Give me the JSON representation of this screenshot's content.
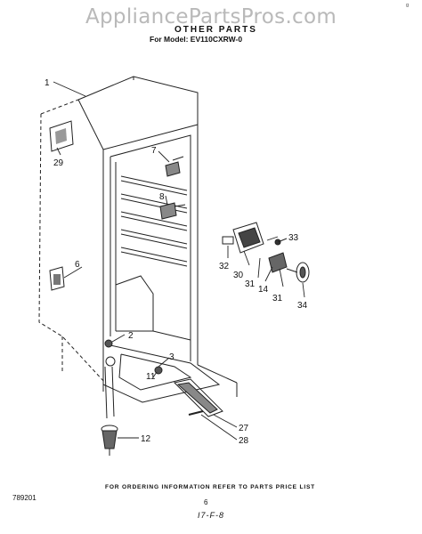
{
  "watermark": "AppliancePartsPros.com",
  "header": {
    "title": "OTHER PARTS",
    "model": "For Model: EV110CXRW-0"
  },
  "corner_mark": "ᵍ",
  "footer": {
    "doc_number": "789201",
    "ordering_info": "FOR ORDERING INFORMATION REFER TO PARTS PRICE LIST",
    "page": "6",
    "code": "I7-F-8"
  },
  "callouts": [
    "1",
    "29",
    "7",
    "8",
    "6",
    "33",
    "32",
    "30",
    "31",
    "14",
    "31",
    "34",
    "2",
    "3",
    "11",
    "27",
    "28",
    "12"
  ]
}
